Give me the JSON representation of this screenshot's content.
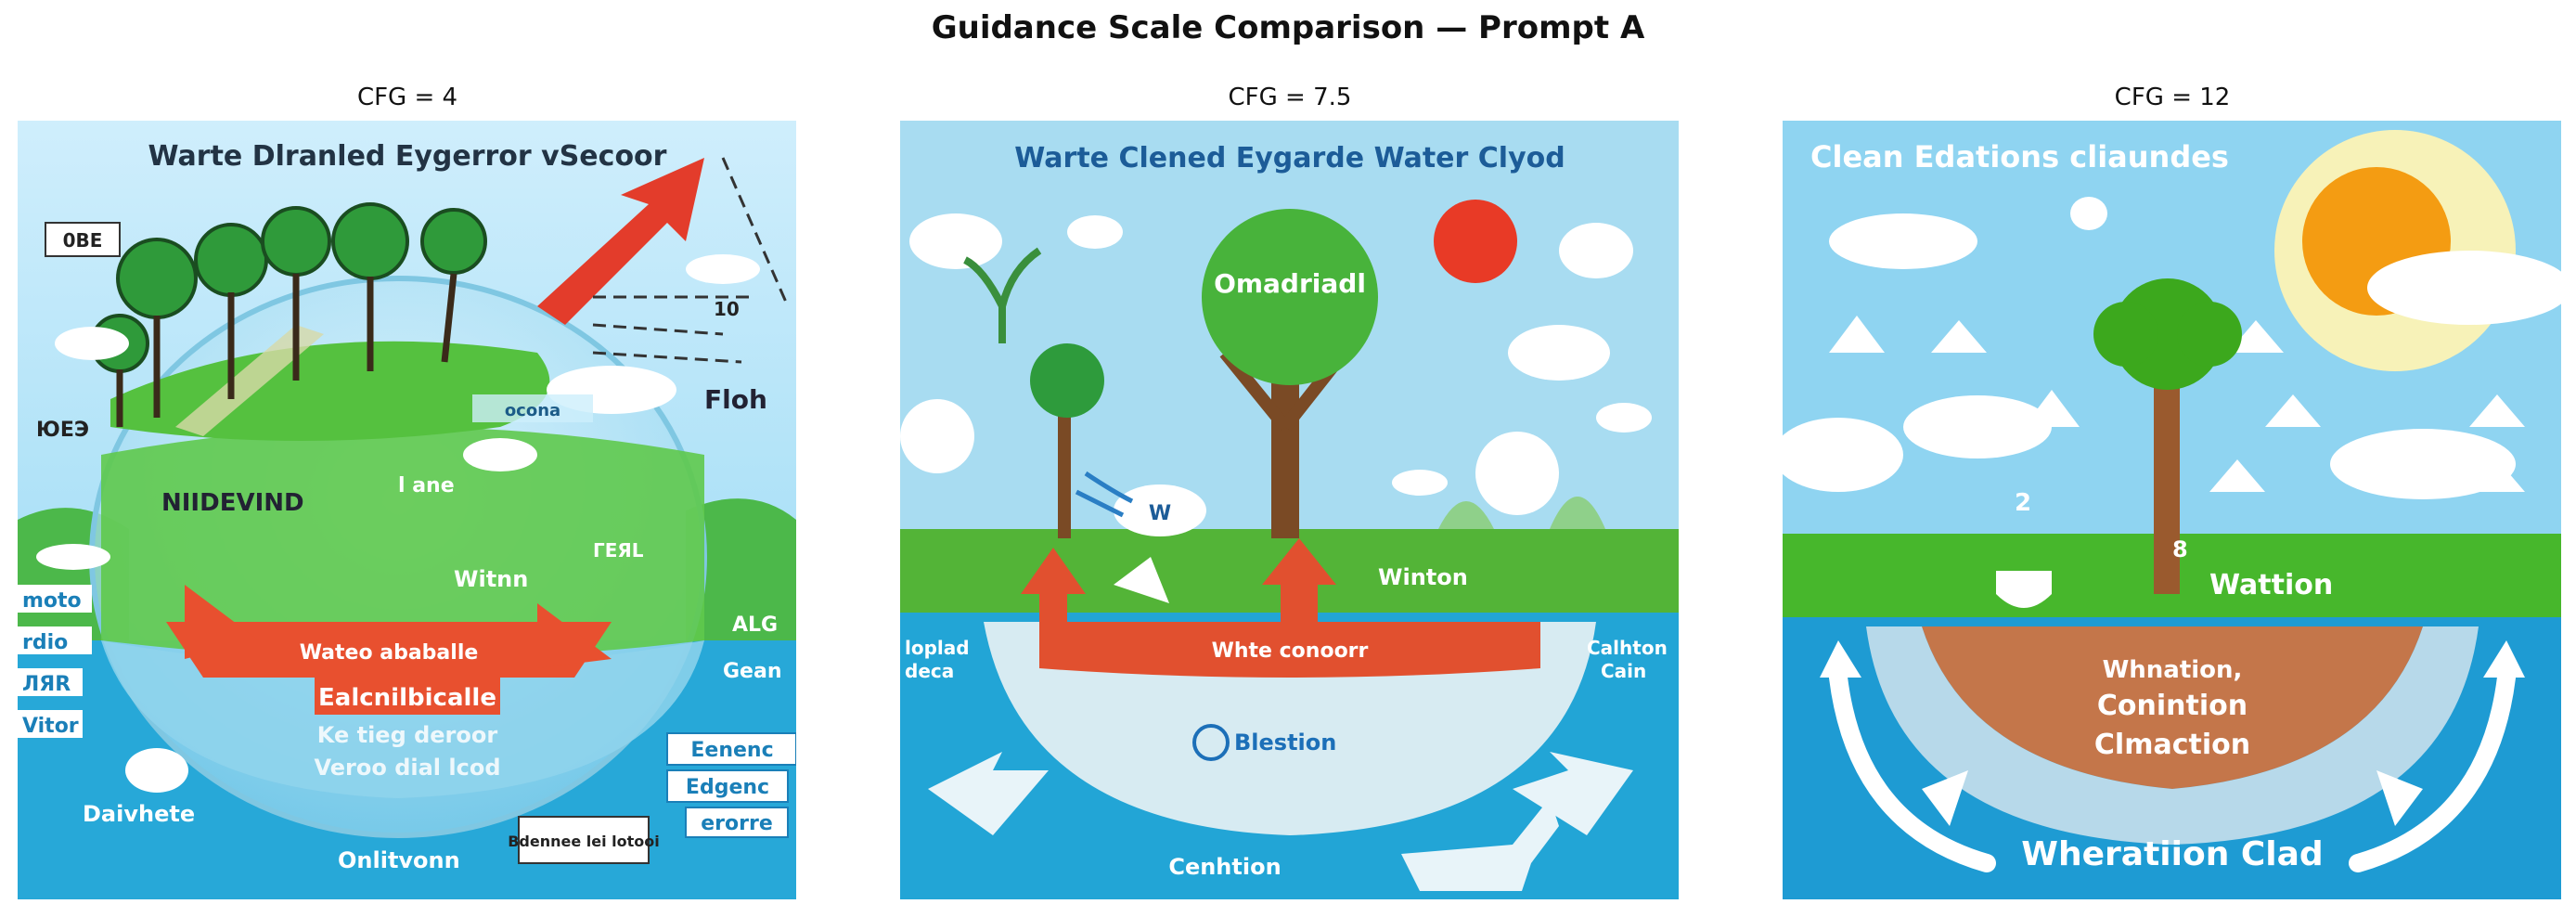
{
  "figure": {
    "title": "Guidance Scale Comparison — Prompt A"
  },
  "panels": [
    {
      "title": "CFG = 4",
      "image_text": {
        "headline": "Warte Dlranled Eygerror vSecoor",
        "tag_left_top": "0BE",
        "tag_left_mid": "ЮЕЭ",
        "label_kindevind": "NIIDEVIND",
        "label_lane": "l ane",
        "label_flow": "Floh",
        "label_tecona": "ocona",
        "label_numbers": "10",
        "label_witnn": "Witnn",
        "label_leal": "ГЕЯL",
        "banner_red": "Wateo ababalle",
        "banner_red_2": "Ealcnilbicalle",
        "blurred_1": "Ke tieg deroor",
        "blurred_2": "Veroo dial lcod",
        "left_tags": [
          "moto",
          "rdio",
          "ЛЯR",
          "Vitor"
        ],
        "right_tag_1": "ALG",
        "right_tag_2": "Gean",
        "right_box_1": "Eenenc",
        "right_box_2": "Edgenc",
        "right_box_3": "erorre",
        "bottom_left": "Daivhete",
        "bottom_mid": "Onlitvonn",
        "bottom_box": "Bdennee lei lotooi"
      }
    },
    {
      "title": "CFG = 7.5",
      "image_text": {
        "headline": "Warte Clened Eygarde Water Clyod",
        "tree_label": "Omadriadl",
        "label_w": "W",
        "ground_label": "Winton",
        "banner_red": "Whte conoorr",
        "left_tag": "loplad",
        "left_tag_2": "deca",
        "right_tag": "Calhton",
        "right_tag_2": "Cain",
        "label_bleation": "Blestion",
        "bottom": "Cenhtion"
      }
    },
    {
      "title": "CFG = 12",
      "image_text": {
        "headline": "Clean Edations cliaundes",
        "label_2": "2",
        "label_8": "8",
        "ground_label": "Wattion",
        "soil_1": "Whnation,",
        "soil_2": "Conintion",
        "soil_3": "Clmaction",
        "bottom": "Wheratiion Clad"
      }
    }
  ]
}
